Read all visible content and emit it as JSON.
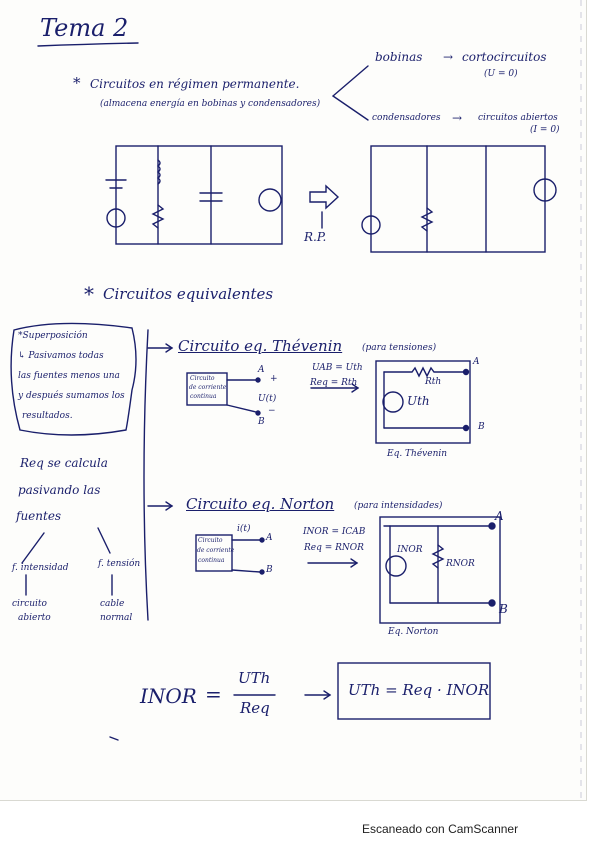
{
  "title": "Tema 2",
  "section1": {
    "bullet": "*",
    "heading": "Circuitos en régimen permanente.",
    "subheading": "(almacena energía en bobinas y condensadores)",
    "bobinas": "bobinas",
    "arrow": "→",
    "cortocircuitos": "cortocircuitos",
    "cortocircuitos_cond": "(U = 0)",
    "condensadores": "condensadores",
    "circuitos_abiertos": "circuitos abiertos",
    "circuitos_abiertos_cond": "(I = 0)",
    "rp_label": "R.P."
  },
  "section2": {
    "bullet": "*",
    "heading": "Circuitos equivalentes"
  },
  "superposicion": {
    "line1": "*Superposición",
    "line2": "↳ Pasivamos todas",
    "line3": "las fuentes menos una",
    "line4": "y después sumamos los",
    "line5": "resultados."
  },
  "req_note": {
    "line1": "Req se calcula",
    "line2": "pasivando las",
    "line3": "fuentes",
    "f_intensidad": "f. intensidad",
    "f_tension": "f. tensión",
    "circuito_abierto_1": "circuito",
    "circuito_abierto_2": "abierto",
    "cable_normal_1": "cable",
    "cable_normal_2": "normal"
  },
  "thevenin": {
    "heading": "Circuito eq. Thévenin",
    "heading_note": "(para tensiones)",
    "box_label_1": "Circuito",
    "box_label_2": "de corriente",
    "box_label_3": "continua",
    "terminal_a": "A",
    "terminal_b": "B",
    "plus": "+",
    "minus": "−",
    "u_label": "U(t)",
    "eq1": "UAB = Uth",
    "eq2": "Req = Rth",
    "rth": "Rth",
    "uth": "Uth",
    "caption": "Eq. Thévenin"
  },
  "norton": {
    "heading": "Circuito eq. Norton",
    "heading_note": "(para intensidades)",
    "box_label_1": "Circuito",
    "box_label_2": "de corriente",
    "box_label_3": "continua",
    "i_label": "i(t)",
    "terminal_a": "A",
    "terminal_b": "B",
    "eq1": "INOR = ICAB",
    "eq2": "Req = RNOR",
    "inor": "INOR",
    "rnor": "RNOR",
    "caption": "Eq. Norton"
  },
  "formula": {
    "lhs": "INOR",
    "equals": "=",
    "numerator": "UTh",
    "denominator": "Req",
    "arrow": "→",
    "boxed": "UTh = Req · INOR"
  },
  "footer": "Escaneado con CamScanner"
}
